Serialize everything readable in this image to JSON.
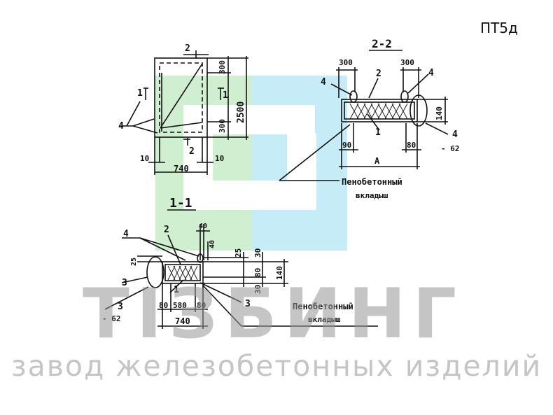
{
  "code": "ПТ5д",
  "watermark": {
    "logo_text": "ТІЗБИНГ",
    "subtitle": "завод железобетонных изделий",
    "colors": {
      "green": "#b9e6b9",
      "blue": "#a9e4f3",
      "gray": "#9a9a9a"
    }
  },
  "plan": {
    "section_mark": "2",
    "side_mark": "1",
    "dims": {
      "top": "300",
      "total": "2500",
      "bottom": "300",
      "side_left": "10",
      "side_right": "10",
      "width": "740"
    },
    "callout": "4"
  },
  "section_2_2": {
    "title": "2-2",
    "dims": {
      "left_top": "300",
      "right_top": "300",
      "height": "140",
      "left_bottom": "90",
      "right_bottom": "80",
      "width": "A"
    },
    "labels": {
      "c4_left": "4",
      "c2": "2",
      "c4_right": "4",
      "c1": "1",
      "c4_bottom": "4",
      "minus62": "- 62"
    },
    "note_line1": "Пенобетонный",
    "note_line2": "вкладыш"
  },
  "section_1_1": {
    "title": "1-1",
    "dims": {
      "top_40a": "40",
      "top_40b": "40",
      "r25": "25",
      "r30a": "30",
      "r30b": "30",
      "r80": "80",
      "r140": "140",
      "l25": "25",
      "b80l": "80",
      "b580": "580",
      "b80r": "80",
      "width": "740"
    },
    "labels": {
      "c4": "4",
      "c2": "2",
      "c3_left": "3",
      "c1": "1",
      "c3_bottom_left": "3",
      "minus62": "- 62",
      "c3_right": "3"
    },
    "note_line1": "Пенобетонный",
    "note_line2": "вкладыш"
  }
}
